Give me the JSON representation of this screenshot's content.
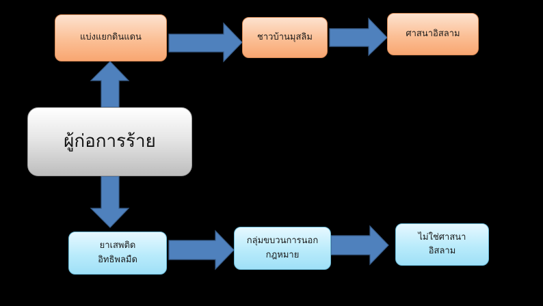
{
  "nodes": {
    "center": "ผู้ก่อการร้าย",
    "top_1": "แบ่งแยกดินแดน",
    "top_2": "ชาวบ้านมุสลิม",
    "top_3": "ศาสนาอิสลาม",
    "bottom_1": "ยาเสพติด\nอิทธิพลมืด",
    "bottom_2": "กลุ่มขบวนการนอก\nกฎหมาย",
    "bottom_3": "ไม่ใช่ศาสนา\nอิสลาม"
  },
  "colors": {
    "arrow_fill": "#4f81bd",
    "top_row": "#fbbf95",
    "bottom_row": "#b9ebfb",
    "center": "#d9d9d9"
  }
}
